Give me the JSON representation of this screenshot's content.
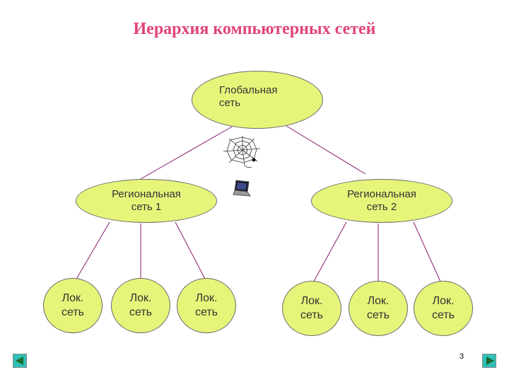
{
  "title": "Иерархия  компьютерных сетей",
  "global": {
    "line1": "Глобальная",
    "line2": "сеть"
  },
  "regional": [
    {
      "line1": "Региональная",
      "line2": "сеть 1"
    },
    {
      "line1": "Региональная",
      "line2": "сеть 2"
    }
  ],
  "local": [
    {
      "line1": "Лок.",
      "line2": "сеть"
    },
    {
      "line1": "Лок.",
      "line2": "сеть"
    },
    {
      "line1": "Лок.",
      "line2": "сеть"
    },
    {
      "line1": "Лок.",
      "line2": "сеть"
    },
    {
      "line1": "Лок.",
      "line2": "сеть"
    },
    {
      "line1": "Лок.",
      "line2": "сеть"
    }
  ],
  "page_number": "3",
  "icons": [
    "spider-web-icon",
    "laptop-icon",
    "prev-arrow-icon",
    "next-arrow-icon"
  ],
  "colors": {
    "title": "#e0447c",
    "node_fill": "#e6f57a",
    "line": "#8a1c6a",
    "nav": "#2ec0b8"
  }
}
